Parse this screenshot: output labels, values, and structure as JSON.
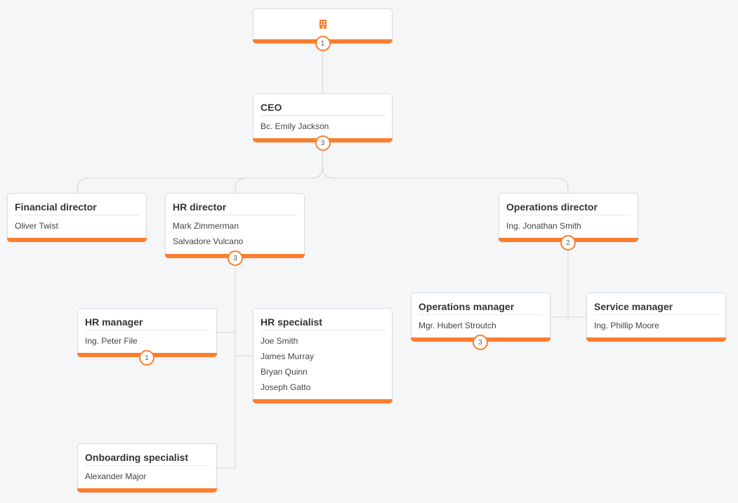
{
  "colors": {
    "accent": "#fb7e2e",
    "connector": "#d2d5da",
    "background": "#f5f6f8"
  },
  "root": {
    "icon": "building-icon",
    "count": "1"
  },
  "nodes": [
    {
      "id": "ceo",
      "title": "CEO",
      "people": [
        "Bc. Emily Jackson"
      ],
      "count": "3"
    },
    {
      "id": "financial-director",
      "title": "Financial director",
      "people": [
        "Oliver Twist"
      ],
      "count": ""
    },
    {
      "id": "hr-director",
      "title": "HR director",
      "people": [
        "Mark Zimmerman",
        "Salvadore Vulcano"
      ],
      "count": "3"
    },
    {
      "id": "operations-director",
      "title": "Operations director",
      "people": [
        "Ing. Jonathan Smith"
      ],
      "count": "2"
    },
    {
      "id": "hr-manager",
      "title": "HR manager",
      "people": [
        "Ing. Peter File"
      ],
      "count": "1"
    },
    {
      "id": "hr-specialist",
      "title": "HR specialist",
      "people": [
        "Joe Smith",
        "James Murray",
        "Bryan Quinn",
        "Joseph Gatto"
      ],
      "count": ""
    },
    {
      "id": "onboarding-specialist",
      "title": "Onboarding specialist",
      "people": [
        "Alexander Major"
      ],
      "count": ""
    },
    {
      "id": "operations-manager",
      "title": "Operations manager",
      "people": [
        "Mgr. Hubert Stroutch"
      ],
      "count": "3"
    },
    {
      "id": "service-manager",
      "title": "Service manager",
      "people": [
        "Ing. Phillip Moore"
      ],
      "count": ""
    }
  ]
}
